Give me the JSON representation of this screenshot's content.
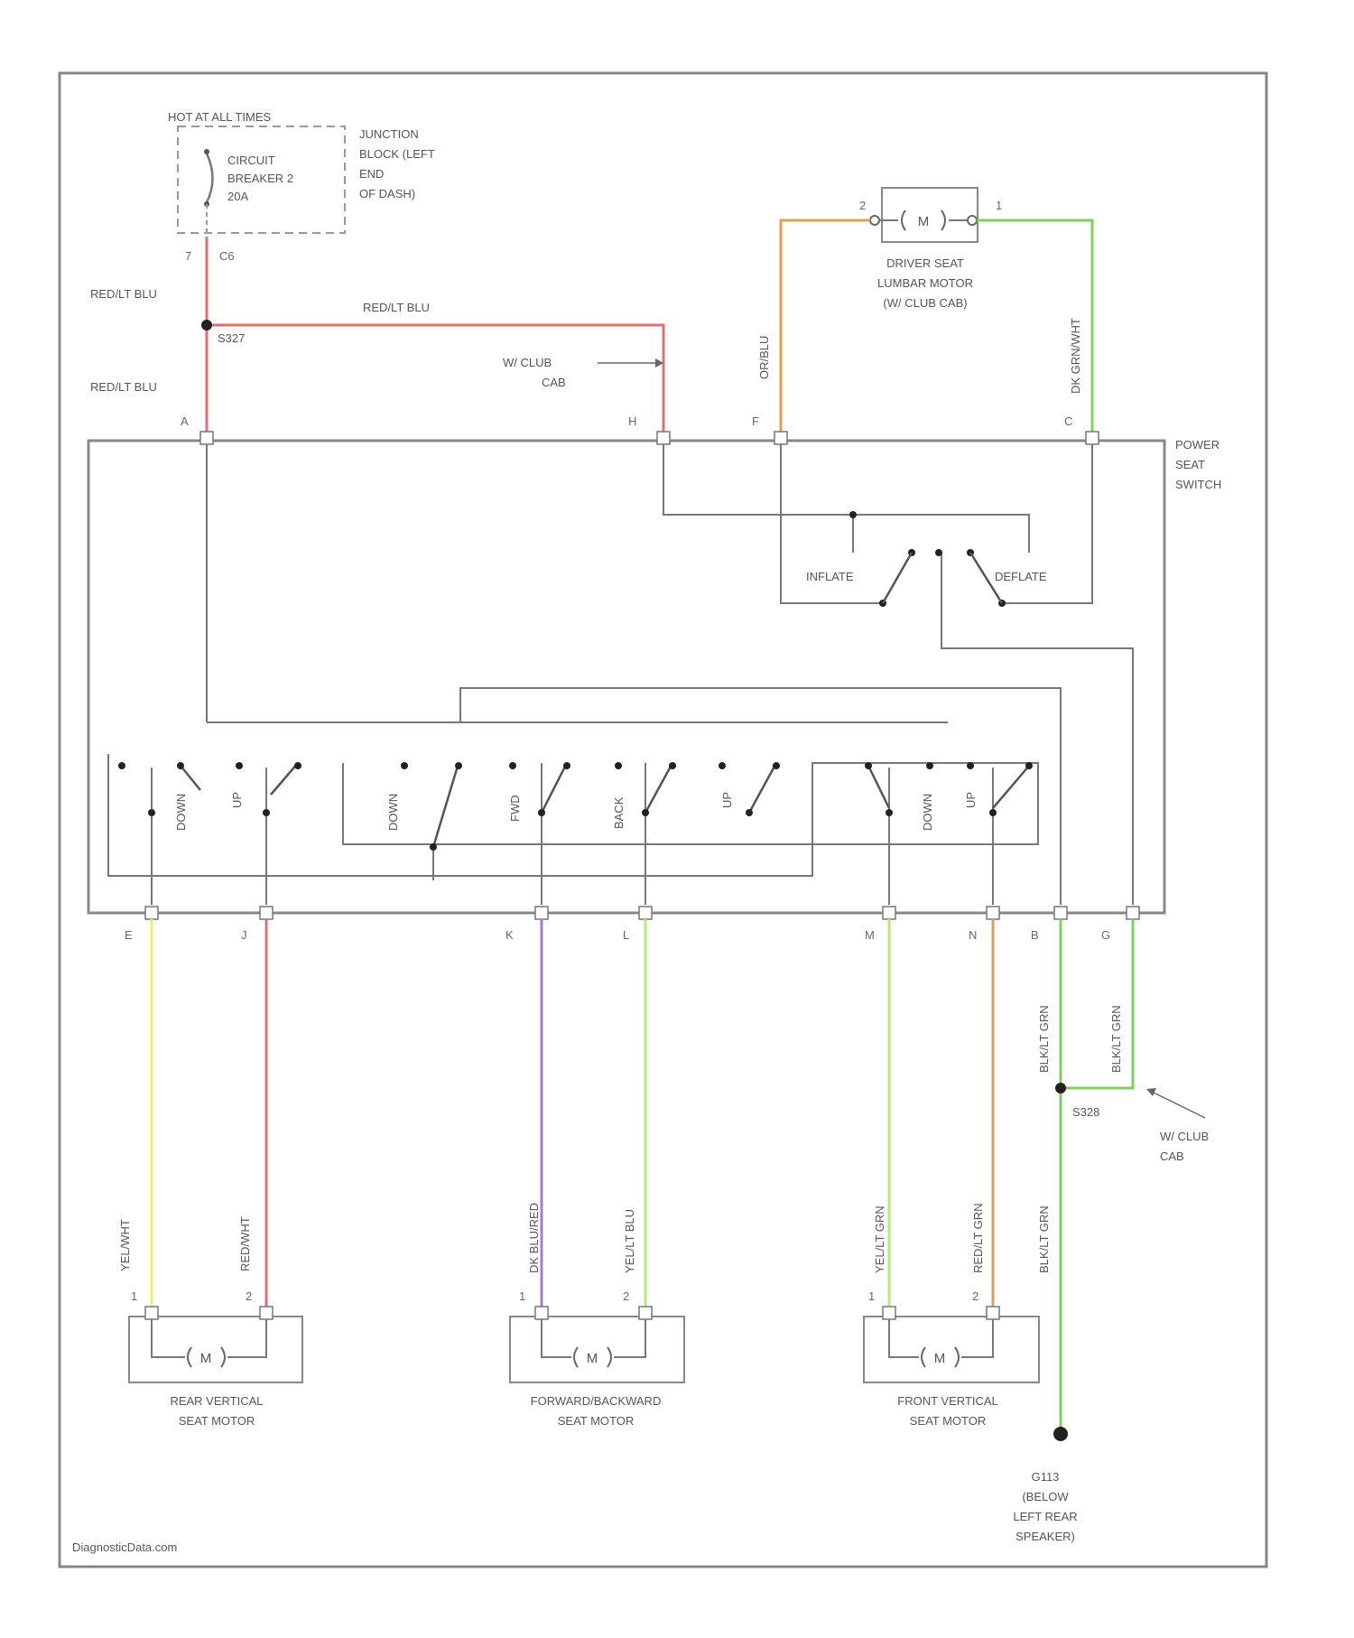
{
  "fuse_box": {
    "hot_label": "HOT AT ALL TIMES",
    "breaker_lines": [
      "CIRCUIT",
      "BREAKER 2",
      "20A"
    ],
    "location_lines": [
      "JUNCTION",
      "BLOCK (LEFT",
      "END",
      "OF DASH)"
    ],
    "pin": "7",
    "connector": "C6"
  },
  "splice_top": "S327",
  "club_cab_note_top": [
    "W/ CLUB",
    "CAB"
  ],
  "lumbar_motor": {
    "lines": [
      "DRIVER SEAT",
      "LUMBAR MOTOR",
      "(W/ CLUB CAB)"
    ],
    "motor_symbol": "M",
    "pin_left": "2",
    "pin_right": "1"
  },
  "switch_label": [
    "POWER",
    "SEAT",
    "SWITCH"
  ],
  "top_pins": [
    "A",
    "H",
    "F",
    "C"
  ],
  "lumbar_switch": {
    "inflate": "INFLATE",
    "deflate": "DEFLATE"
  },
  "switch_pairs": [
    {
      "down": "DOWN",
      "up": "UP"
    },
    {
      "down": "DOWN",
      "up": "FWD"
    },
    {
      "down": "BACK",
      "up": "UP"
    },
    {
      "down": "DOWN",
      "up": "UP"
    }
  ],
  "bottom_pins": [
    "E",
    "J",
    "K",
    "L",
    "M",
    "N",
    "B",
    "G"
  ],
  "wires": {
    "feed_upper": "RED/LT BLU",
    "feed_horizontal": "RED/LT BLU",
    "feed_lower": "RED/LT BLU",
    "lumbar_left": "OR/BLU",
    "lumbar_right": "DK GRN/WHT",
    "rear_1": "YEL/WHT",
    "rear_2": "RED/WHT",
    "fb_1": "DK BLU/RED",
    "fb_2": "YEL/LT BLU",
    "front_1": "YEL/LT GRN",
    "front_2": "RED/LT GRN",
    "ground_b": "BLK/LT GRN",
    "ground_g": "BLK/LT GRN",
    "ground_lower": "BLK/LT GRN"
  },
  "wire_colors": {
    "red": "#e07070",
    "orange": "#e0a050",
    "green": "#80d060",
    "yellow": "#eeee70",
    "purple": "#a080c0",
    "yellow_green": "#b0f070",
    "tan": "#d8a060",
    "box": "#888888",
    "inner": "#777777"
  },
  "splice_bottom": "S328",
  "club_cab_note_bottom": [
    "W/ CLUB",
    "CAB"
  ],
  "motors": [
    {
      "lines": [
        "REAR VERTICAL",
        "SEAT MOTOR"
      ],
      "symbol": "M",
      "pin1": "1",
      "pin2": "2"
    },
    {
      "lines": [
        "FORWARD/BACKWARD",
        "SEAT MOTOR"
      ],
      "symbol": "M",
      "pin1": "1",
      "pin2": "2"
    },
    {
      "lines": [
        "FRONT VERTICAL",
        "SEAT MOTOR"
      ],
      "symbol": "M",
      "pin1": "1",
      "pin2": "2"
    }
  ],
  "ground": [
    "G113",
    "(BELOW",
    "LEFT REAR",
    "SPEAKER)"
  ],
  "watermark": "DiagnosticData.com"
}
